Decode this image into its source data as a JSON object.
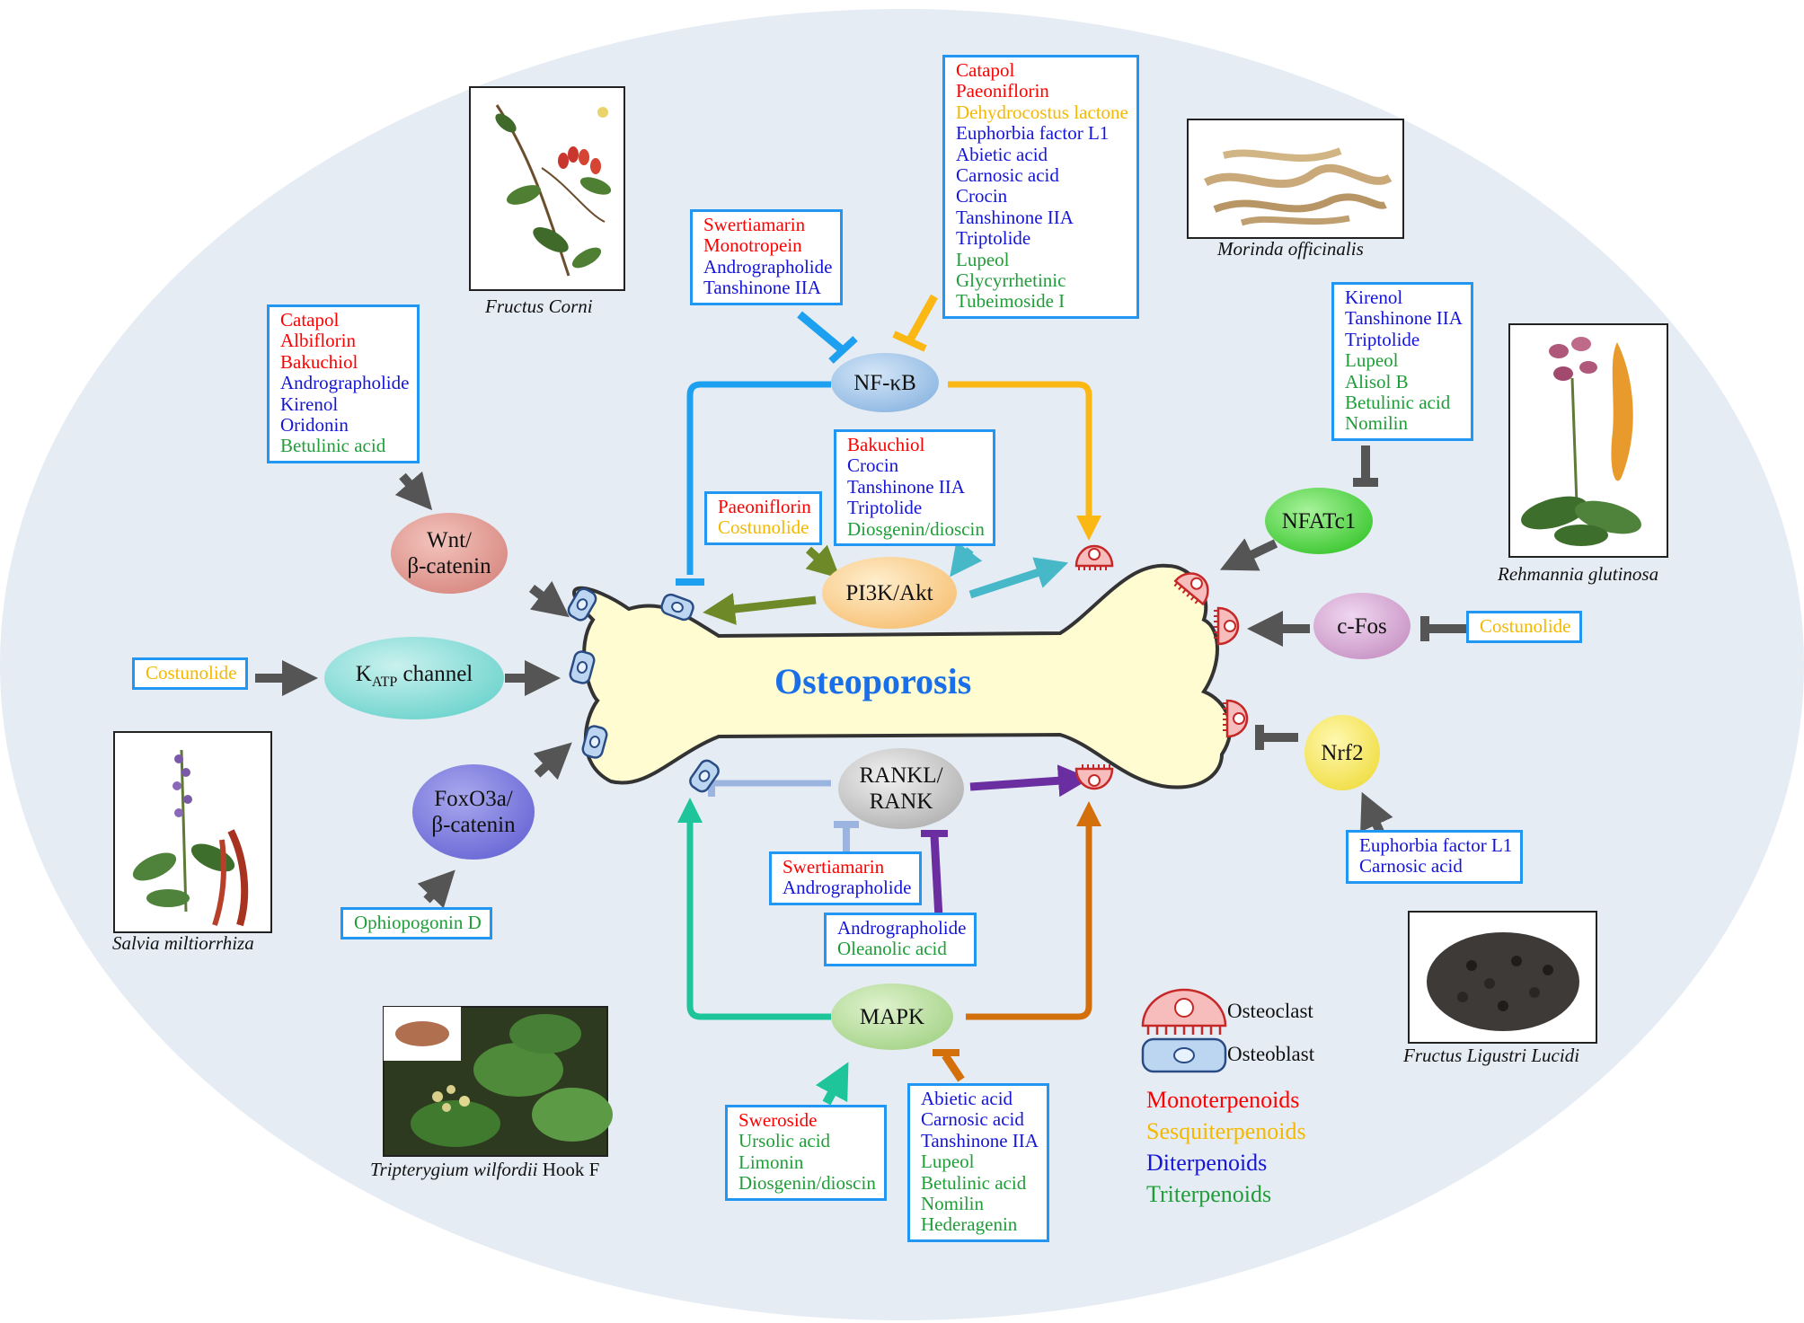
{
  "center_label": "Osteoporosis",
  "colors": {
    "monoterpenoid": "#ff0000",
    "sesquiterpenoid": "#f5b800",
    "diterpenoid": "#1515d8",
    "triterpenoid": "#1f9e38",
    "box_border": "#2196f3",
    "background_ellipse": "#e6ecf4",
    "bone_fill": "#fefcd0"
  },
  "pathways": {
    "nfkb": "NF-κB",
    "pi3k": "PI3K/Akt",
    "wnt": {
      "line1": "Wnt/",
      "line2": "β-catenin"
    },
    "katp": {
      "prefix": "K",
      "sub": "ATP",
      "suffix": " channel"
    },
    "foxo": {
      "line1": "FoxO3a/",
      "line2": "β-catenin"
    },
    "rankl": {
      "line1": "RANKL/",
      "line2": "RANK"
    },
    "mapk": "MAPK",
    "nfatc1": "NFATc1",
    "cfos": "c-Fos",
    "nrf2": "Nrf2"
  },
  "compound_boxes": {
    "wnt": [
      {
        "name": "Catapol",
        "class": "mono"
      },
      {
        "name": "Albiflorin",
        "class": "mono"
      },
      {
        "name": "Bakuchiol",
        "class": "mono"
      },
      {
        "name": "Andrographolide",
        "class": "di"
      },
      {
        "name": "Kirenol",
        "class": "di"
      },
      {
        "name": "Oridonin",
        "class": "di"
      },
      {
        "name": "Betulinic acid",
        "class": "tri"
      }
    ],
    "nfkb_left": [
      {
        "name": "Swertiamarin",
        "class": "mono"
      },
      {
        "name": "Monotropein",
        "class": "mono"
      },
      {
        "name": "Andrographolide",
        "class": "di"
      },
      {
        "name": "Tanshinone IIA",
        "class": "di"
      }
    ],
    "nfkb_right": [
      {
        "name": "Catapol",
        "class": "mono"
      },
      {
        "name": "Paeoniflorin",
        "class": "mono"
      },
      {
        "name": "Dehydrocostus lactone",
        "class": "sesqui"
      },
      {
        "name": "Euphorbia factor L1",
        "class": "di"
      },
      {
        "name": "Abietic acid",
        "class": "di"
      },
      {
        "name": "Carnosic acid",
        "class": "di"
      },
      {
        "name": "Crocin",
        "class": "di"
      },
      {
        "name": "Tanshinone IIA",
        "class": "di"
      },
      {
        "name": "Triptolide",
        "class": "di"
      },
      {
        "name": "Lupeol",
        "class": "tri"
      },
      {
        "name": "Glycyrrhetinic",
        "class": "tri"
      },
      {
        "name": "Tubeimoside I",
        "class": "tri"
      }
    ],
    "pi3k_left": [
      {
        "name": "Paeoniflorin",
        "class": "mono"
      },
      {
        "name": "Costunolide",
        "class": "sesqui"
      }
    ],
    "pi3k_right": [
      {
        "name": "Bakuchiol",
        "class": "mono"
      },
      {
        "name": "Crocin",
        "class": "di"
      },
      {
        "name": "Tanshinone IIA",
        "class": "di"
      },
      {
        "name": "Triptolide",
        "class": "di"
      },
      {
        "name": "Diosgenin/dioscin",
        "class": "tri"
      }
    ],
    "katp": [
      {
        "name": "Costunolide",
        "class": "sesqui"
      }
    ],
    "foxo": [
      {
        "name": "Ophiopogonin D",
        "class": "tri"
      }
    ],
    "nfatc1": [
      {
        "name": "Kirenol",
        "class": "di"
      },
      {
        "name": "Tanshinone IIA",
        "class": "di"
      },
      {
        "name": "Triptolide",
        "class": "di"
      },
      {
        "name": "Lupeol",
        "class": "tri"
      },
      {
        "name": "Alisol B",
        "class": "tri"
      },
      {
        "name": "Betulinic acid",
        "class": "tri"
      },
      {
        "name": "Nomilin",
        "class": "tri"
      }
    ],
    "cfos": [
      {
        "name": "Costunolide",
        "class": "sesqui"
      }
    ],
    "nrf2": [
      {
        "name": "Euphorbia factor L1",
        "class": "di"
      },
      {
        "name": "Carnosic acid",
        "class": "di"
      }
    ],
    "rankl_left": [
      {
        "name": "Swertiamarin",
        "class": "mono"
      },
      {
        "name": "Andrographolide",
        "class": "di"
      }
    ],
    "rankl_right": [
      {
        "name": "Andrographolide",
        "class": "di"
      },
      {
        "name": "Oleanolic acid",
        "class": "tri"
      }
    ],
    "mapk_left": [
      {
        "name": "Sweroside",
        "class": "mono"
      },
      {
        "name": "Ursolic acid",
        "class": "tri"
      },
      {
        "name": "Limonin",
        "class": "tri"
      },
      {
        "name": "Diosgenin/dioscin",
        "class": "tri"
      }
    ],
    "mapk_right": [
      {
        "name": "Abietic acid",
        "class": "di"
      },
      {
        "name": "Carnosic acid",
        "class": "di"
      },
      {
        "name": "Tanshinone IIA",
        "class": "di"
      },
      {
        "name": "Lupeol",
        "class": "tri"
      },
      {
        "name": "Betulinic acid",
        "class": "tri"
      },
      {
        "name": "Nomilin",
        "class": "tri"
      },
      {
        "name": "Hederagenin",
        "class": "tri"
      }
    ]
  },
  "plants": {
    "corni": {
      "caption": "Fructus Corni"
    },
    "morinda": {
      "caption": "Morinda officinalis"
    },
    "rehmannia": {
      "caption": "Rehmannia glutinosa"
    },
    "salvia": {
      "caption": "Salvia miltiorrhiza"
    },
    "tripterygium": {
      "caption_italic": "Tripterygium wilfordii",
      "caption_plain": " Hook F"
    },
    "ligustri": {
      "caption": "Fructus Ligustri Lucidi"
    }
  },
  "legend": {
    "osteoclast": "Osteoclast",
    "osteoblast": "Osteoblast",
    "classes": [
      {
        "label": "Monoterpenoids",
        "color": "#ff0000"
      },
      {
        "label": "Sesquiterpenoids",
        "color": "#f5b800"
      },
      {
        "label": "Diterpenoids",
        "color": "#1515d8"
      },
      {
        "label": "Triterpenoids",
        "color": "#1f9e38"
      }
    ]
  }
}
